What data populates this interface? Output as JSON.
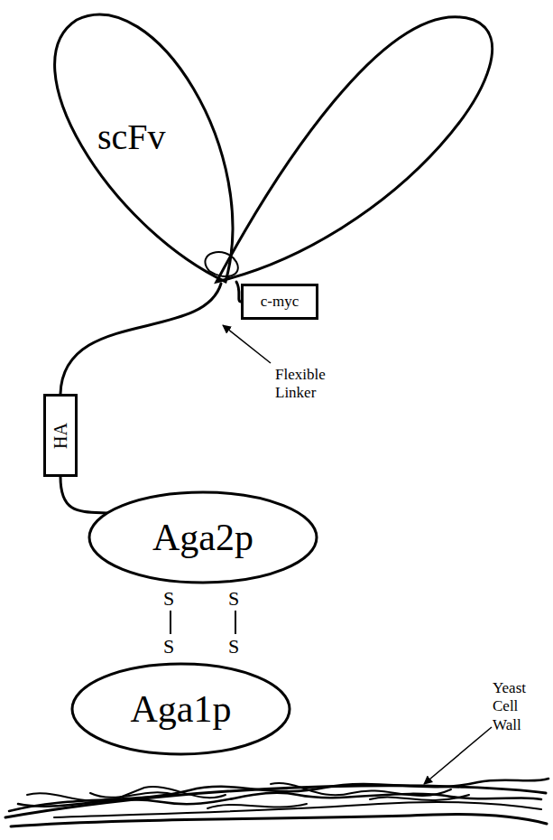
{
  "diagram": {
    "nodes": [
      {
        "text": [
          "scFv"
        ]
      },
      {
        "text": [
          "c-myc"
        ]
      },
      {
        "text": [
          "HA"
        ]
      },
      {
        "text": [
          "Aga2p"
        ]
      },
      {
        "text": [
          "Aga1p"
        ]
      }
    ],
    "edges": [
      {
        "from": 0,
        "to": 1,
        "arrow": "none"
      },
      {
        "from": 0,
        "to": 2,
        "arrow": "none"
      },
      {
        "from": 2,
        "to": 3,
        "arrow": "none"
      }
    ],
    "labels": [
      "Flexible Linker",
      "Yeast Cell Wall",
      "S",
      "S",
      "S",
      "S"
    ]
  }
}
